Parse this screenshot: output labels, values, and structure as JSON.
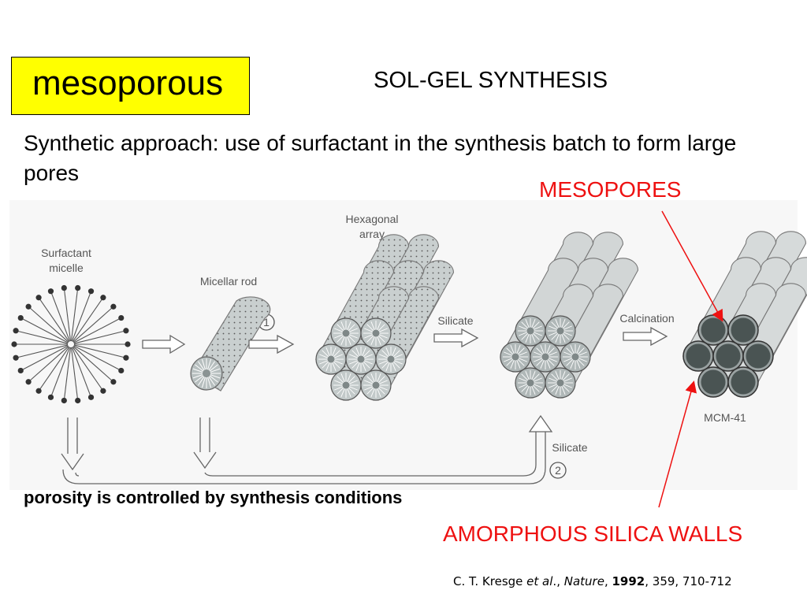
{
  "title_box": "mesoporous",
  "heading": "SOL-GEL SYNTHESIS",
  "intro": "Synthetic approach: use of surfactant in the synthesis batch to form large pores",
  "labels": {
    "mesopores": "MESOPORES",
    "walls": "AMORPHOUS SILICA WALLS",
    "porosity": "porosity is controlled by synthesis conditions"
  },
  "figure": {
    "surfactant_micelle": [
      "Surfactant",
      "micelle"
    ],
    "micellar_rod": "Micellar rod",
    "hexagonal_array": [
      "Hexagonal",
      "array"
    ],
    "silicate": "Silicate",
    "calcination": "Calcination",
    "silicate_lower": "Silicate",
    "mcm41": "MCM-41",
    "step1": "1",
    "step2": "2"
  },
  "citation": {
    "authors": "C. T. Kresge ",
    "etal": "et al",
    "sep1": "., ",
    "journal": "Nature",
    "sep2": ", ",
    "year": "1992",
    "rest": ", 359, 710-712"
  },
  "colors": {
    "title_bg": "#ffff00",
    "accent_red": "#ee1111",
    "calcined_pore": "#4a5453"
  }
}
